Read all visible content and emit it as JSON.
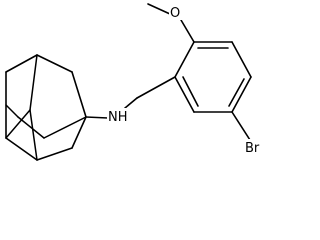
{
  "molecule": {
    "atoms": {
      "amine": "NH",
      "bromine": "Br",
      "oxygen": "O"
    }
  }
}
